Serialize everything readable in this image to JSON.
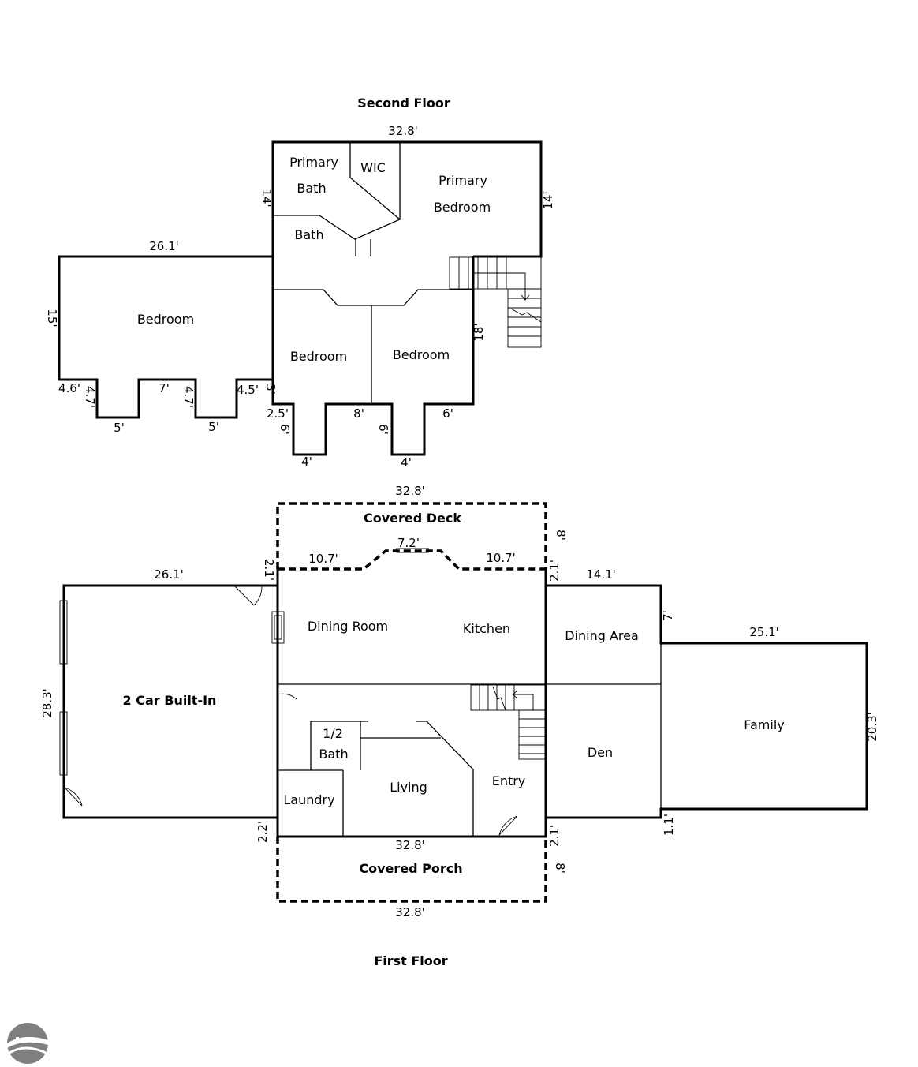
{
  "second_floor": {
    "title": "Second Floor",
    "rooms": {
      "primary_bath_1": "Primary",
      "primary_bath_2": "Bath",
      "wic": "WIC",
      "primary_bedroom_1": "Primary",
      "primary_bedroom_2": "Bedroom",
      "bath": "Bath",
      "bedroom_west": "Bedroom",
      "bedroom_mid": "Bedroom",
      "bedroom_east": "Bedroom"
    },
    "dims": {
      "top": "32.8'",
      "primary_left": "14'",
      "primary_right": "14'",
      "west_top": "26.1'",
      "west_left": "15'",
      "stair_side": "18'",
      "d_4_6": "4.6'",
      "d_4_7a": "4.7'",
      "d_5a": "5'",
      "d_7": "7'",
      "d_4_7b": "4.7'",
      "d_5b": "5'",
      "d_4_5": "4.5'",
      "d_3": "3'",
      "d_2_5": "2.5'",
      "d_6a": "6'",
      "d_4a": "4'",
      "d_8": "8'",
      "d_6b": "6'",
      "d_4b": "4'",
      "d_6c": "6'"
    }
  },
  "first_floor": {
    "title": "First Floor",
    "rooms": {
      "covered_deck": "Covered Deck",
      "garage": "2 Car Built-In",
      "dining_room": "Dining Room",
      "kitchen": "Kitchen",
      "dining_area": "Dining Area",
      "family": "Family",
      "den": "Den",
      "half_bath_1": "1/2",
      "half_bath_2": "Bath",
      "laundry": "Laundry",
      "living": "Living",
      "entry": "Entry",
      "covered_porch": "Covered Porch"
    },
    "dims": {
      "deck_top": "32.8'",
      "deck_bay": "7.2'",
      "deck_left": "10.7'",
      "deck_right": "10.7'",
      "deck_side": "8'",
      "d_2_1a": "2.1'",
      "d_2_1b": "2.1'",
      "garage_top": "26.1'",
      "garage_side": "28.3'",
      "dining_area_top": "14.1'",
      "dining_area_side": "7'",
      "family_top": "25.1'",
      "family_side": "20.3'",
      "d_2_2": "2.2'",
      "porch_top": "32.8'",
      "d_2_1c": "2.1'",
      "d_1_1": "1.1'",
      "porch_side": "8'",
      "porch_bottom": "32.8'"
    }
  },
  "logo": {
    "icon": "realtor-logo-icon",
    "color": "#7f7f7f"
  }
}
